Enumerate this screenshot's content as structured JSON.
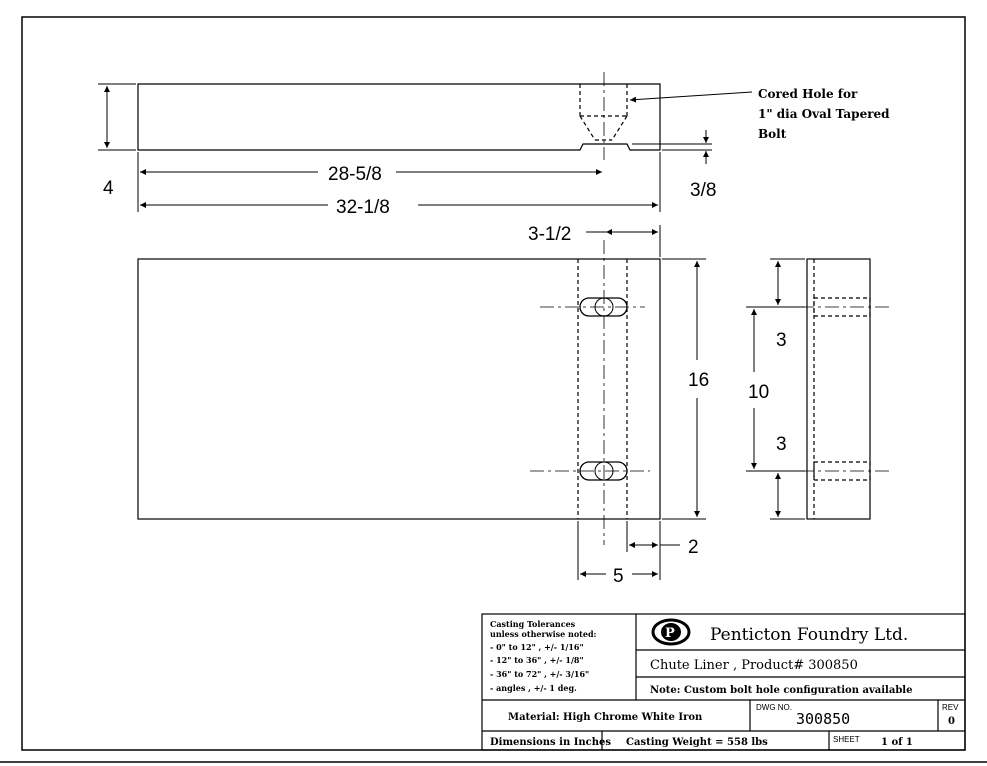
{
  "dimensions": {
    "top_height": "4",
    "inner_length": "28-5/8",
    "overall_length": "32-1/8",
    "step_depth": "3/8",
    "hole_band_width": "3-1/2",
    "plan_height": "16",
    "edge_offset": "2",
    "hole_offset": "5",
    "side_top": "3",
    "side_bottom": "3",
    "hole_spacing": "10"
  },
  "callout": {
    "lines": [
      "Cored Hole for",
      "1\" dia Oval Tapered",
      "Bolt"
    ]
  },
  "title_block": {
    "tolerances": {
      "title": "Casting Tolerances",
      "subtitle": "unless otherwise noted:",
      "rows": [
        "-   0\" to 12\" , +/- 1/16\"",
        "- 12\" to 36\" , +/- 1/8\"",
        "- 36\" to 72\" , +/- 3/16\"",
        "- angles      , +/- 1 deg."
      ]
    },
    "company": "Penticton Foundry Ltd.",
    "logo_letter": "P",
    "part": "Chute Liner , Product# 300850",
    "note": "Note: Custom bolt hole configuration available",
    "material": "Material: High Chrome White Iron",
    "dwg_label": "DWG NO.",
    "dwg_no": "300850",
    "rev_label": "REV",
    "rev_value": "0",
    "dimensions_unit": "Dimensions in Inches",
    "weight": "Casting Weight = 558 lbs",
    "sheet_label": "SHEET",
    "sheet_value": "1 of 1"
  }
}
